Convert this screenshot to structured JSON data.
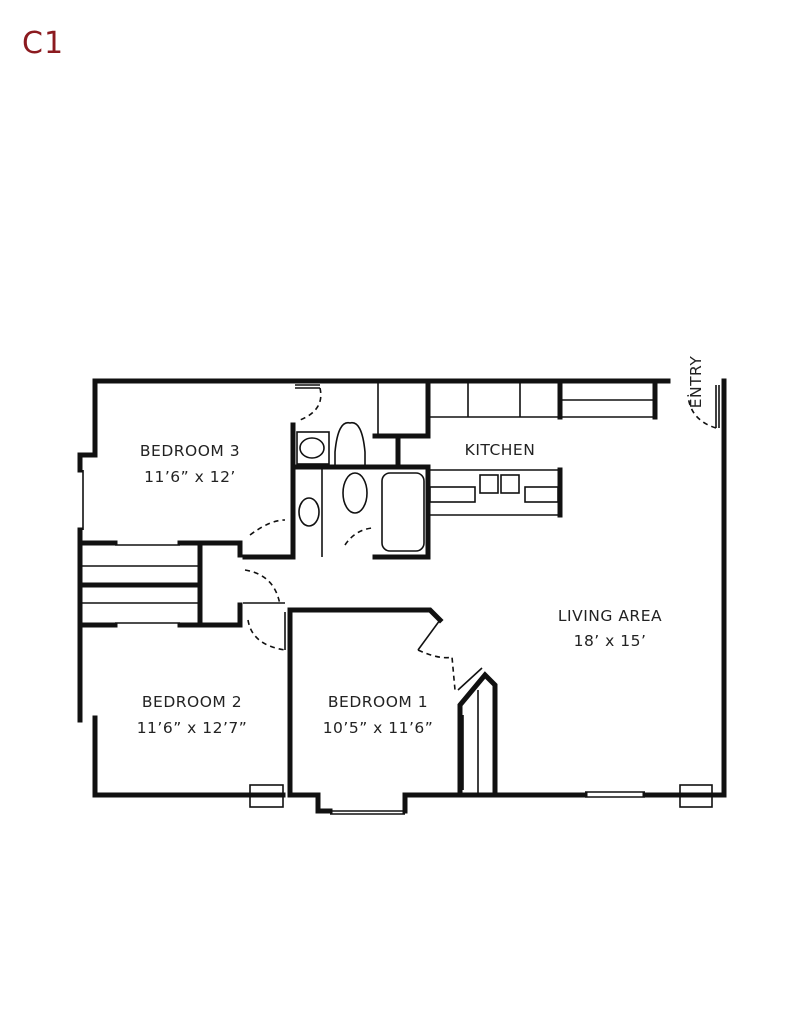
{
  "unit": {
    "name": "C1",
    "color": "#8b1a1f"
  },
  "rooms": [
    {
      "name": "BEDROOM 3",
      "size": "11’6” x 12’"
    },
    {
      "name": "KITCHEN",
      "size": ""
    },
    {
      "name": "LIVING AREA",
      "size": "18’ x 15’"
    },
    {
      "name": "BEDROOM 2",
      "size": "11’6” x 12’7”"
    },
    {
      "name": "BEDROOM 1",
      "size": "10’5” x 11’6”"
    }
  ],
  "entry_label": "ENTRY"
}
